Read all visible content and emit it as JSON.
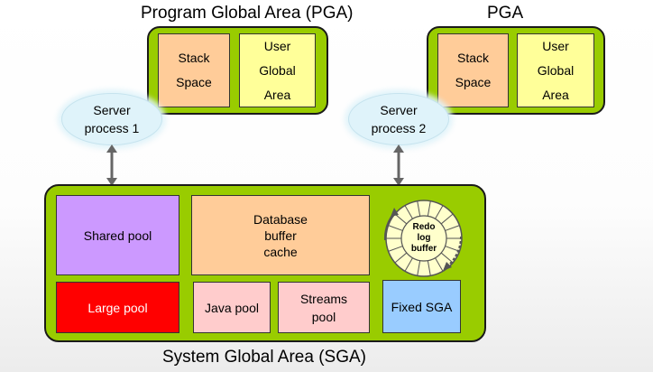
{
  "pga_left": {
    "title": "Program Global Area (PGA)",
    "stack_space": [
      "Stack",
      "Space"
    ],
    "user_global_area": [
      "User",
      "Global",
      "Area"
    ]
  },
  "pga_right": {
    "title": "PGA",
    "stack_space": [
      "Stack",
      "Space"
    ],
    "user_global_area": [
      "User",
      "Global",
      "Area"
    ]
  },
  "server_process_1": [
    "Server",
    "process 1"
  ],
  "server_process_2": [
    "Server",
    "process 2"
  ],
  "sga": {
    "title": "System Global Area (SGA)",
    "shared_pool": "Shared pool",
    "large_pool": "Large pool",
    "database_buffer_cache": [
      "Database",
      "buffer",
      "cache"
    ],
    "java_pool": "Java pool",
    "streams_pool": [
      "Streams",
      "pool"
    ],
    "fixed_sga": "Fixed SGA",
    "redo_log_buffer": [
      "Redo",
      "log",
      "buffer"
    ]
  },
  "colors": {
    "container_green": "#99cc00",
    "stack_space": "#ffcc99",
    "user_global_area": "#ffff99",
    "shared_pool": "#cc99ff",
    "large_pool": "#ff0000",
    "database_buffer_cache": "#ffcc99",
    "java_pool": "#ffcccc",
    "streams_pool": "#ffcccc",
    "fixed_sga": "#99ccff",
    "redo_log_buffer": "#ffffcc",
    "server_process": "#dff3fa",
    "arrow": "#666666"
  },
  "icons": {
    "server_to_pga_connector": "double-arrow-vertical-icon",
    "server_to_sga_connector": "double-arrow-vertical-icon",
    "redo_cycle": "circular-arrow-icon"
  }
}
